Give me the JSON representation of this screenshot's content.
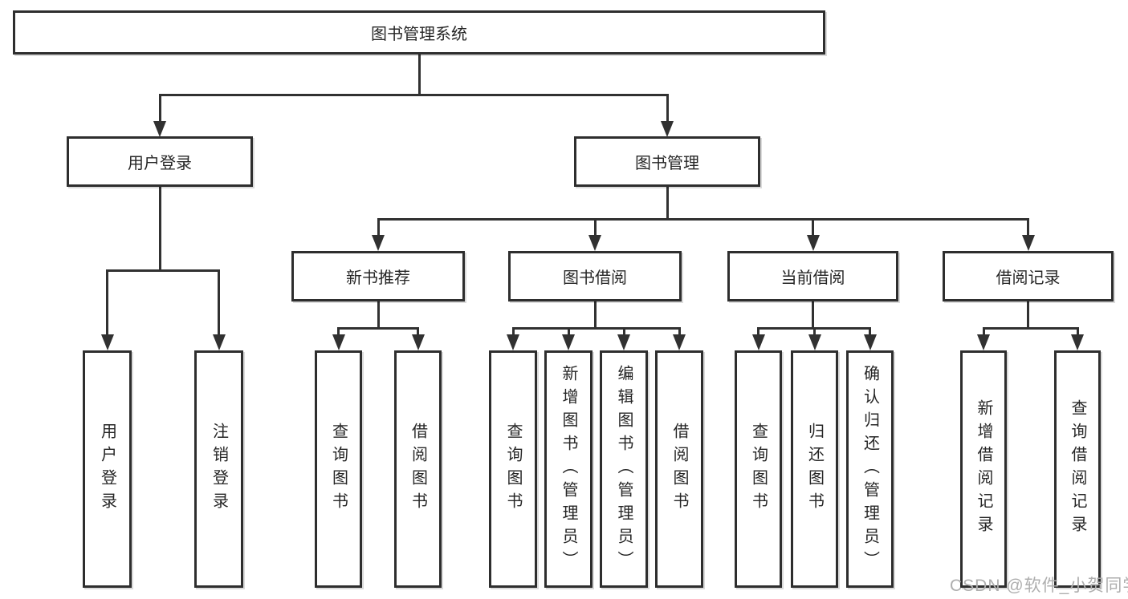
{
  "colors": {
    "line": "#313131",
    "box_border": "#2e2e2e",
    "text": "#262626",
    "background": "#ffffff",
    "watermark": "#aeaeae"
  },
  "nodes": {
    "root": {
      "label": "图书管理系统"
    },
    "level2": [
      {
        "label": "用户登录"
      },
      {
        "label": "图书管理"
      }
    ],
    "level3": [
      {
        "label": "新书推荐"
      },
      {
        "label": "图书借阅"
      },
      {
        "label": "当前借阅"
      },
      {
        "label": "借阅记录"
      }
    ],
    "leaves": [
      {
        "label": "用户登录"
      },
      {
        "label": "注销登录"
      },
      {
        "label": "查询图书"
      },
      {
        "label": "借阅图书"
      },
      {
        "label": "查询图书"
      },
      {
        "label": "新增图书（管理员）"
      },
      {
        "label": "编辑图书（管理员）"
      },
      {
        "label": "借阅图书"
      },
      {
        "label": "查询图书"
      },
      {
        "label": "归还图书"
      },
      {
        "label": "确认归还（管理员）"
      },
      {
        "label": "新增借阅记录"
      },
      {
        "label": "查询借阅记录"
      }
    ]
  },
  "watermark": {
    "text": "CSDN @软件_小贺同学"
  }
}
